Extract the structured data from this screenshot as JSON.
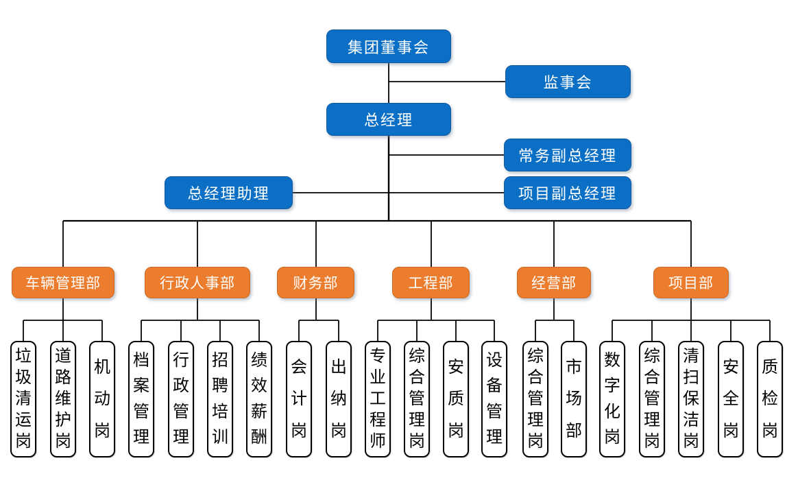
{
  "colors": {
    "box_blue": "#0B70C5",
    "box_blue_border": "#1459A0",
    "box_orange": "#EC7D2E",
    "box_orange_border": "#CB6A24",
    "leaf_bg": "#FFFFFF",
    "leaf_border": "#000000",
    "connector": "#000000",
    "text_on_color": "#FFFFFF",
    "text_leaf": "#000000"
  },
  "top_nodes": {
    "board": "集团董事会",
    "supervisory": "监事会",
    "gm": "总经理",
    "deputy_exec": "常务副总经理",
    "gm_assistant": "总经理助理",
    "deputy_project": "项目副总经理"
  },
  "departments": [
    {
      "label": "车辆管理部",
      "positions": [
        "垃圾清运岗",
        "道路维护岗",
        "机动岗"
      ]
    },
    {
      "label": "行政人事部",
      "positions": [
        "档案管理",
        "行政管理",
        "招聘培训",
        "绩效薪酬"
      ]
    },
    {
      "label": "财务部",
      "positions": [
        "会计岗",
        "出纳岗"
      ]
    },
    {
      "label": "工程部",
      "positions": [
        "专业工程师",
        "综合管理岗",
        "安质岗",
        "设备管理"
      ]
    },
    {
      "label": "经营部",
      "positions": [
        "综合管理岗",
        "市场部"
      ]
    },
    {
      "label": "项目部",
      "positions": [
        "数字化岗",
        "综合管理岗",
        "清扫保洁岗",
        "安全岗",
        "质检岗"
      ]
    }
  ]
}
